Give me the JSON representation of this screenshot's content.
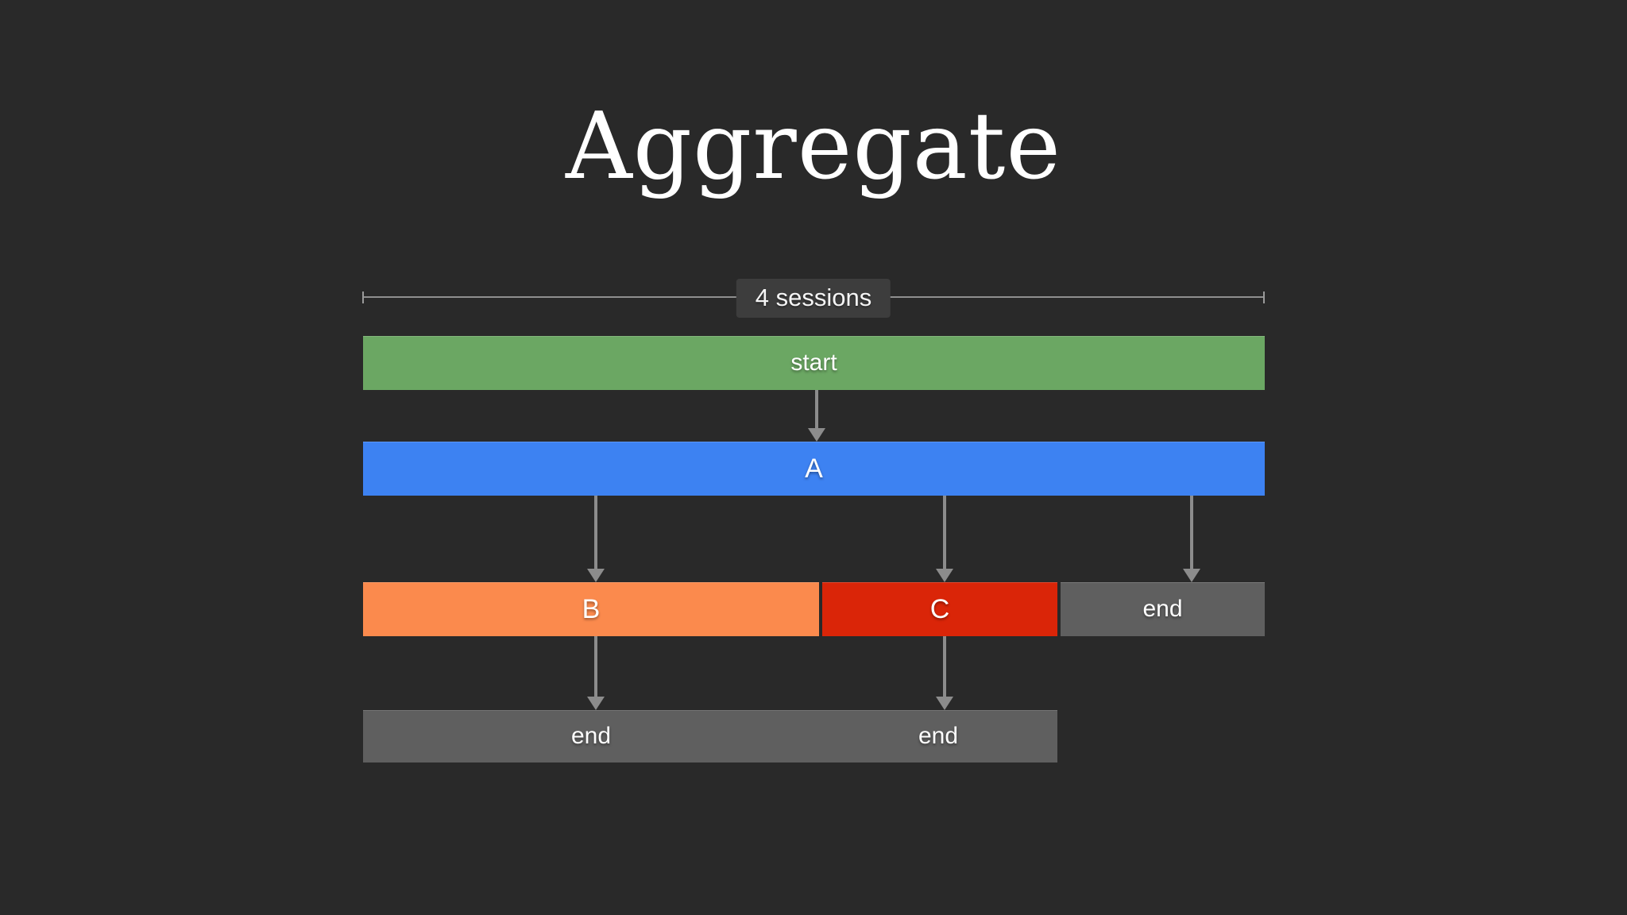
{
  "title": "Aggregate",
  "dimension": {
    "label": "4 sessions"
  },
  "colors": {
    "background": "#292929",
    "dimension_label_bg": "#3d3d3d",
    "line_and_arrows": "#8c8c8c",
    "start_green": "#6ba763",
    "a_blue": "#3d82f2",
    "b_orange": "#fb8a4d",
    "c_red": "#da2508",
    "end_gray": "#5f5f5f"
  },
  "flow": {
    "start": {
      "label": "start"
    },
    "a": {
      "label": "A"
    },
    "b": {
      "label": "B"
    },
    "c": {
      "label": "C"
    },
    "end_after_a": {
      "label": "end"
    },
    "end_after_b": {
      "label": "end"
    },
    "end_after_c": {
      "label": "end"
    }
  }
}
